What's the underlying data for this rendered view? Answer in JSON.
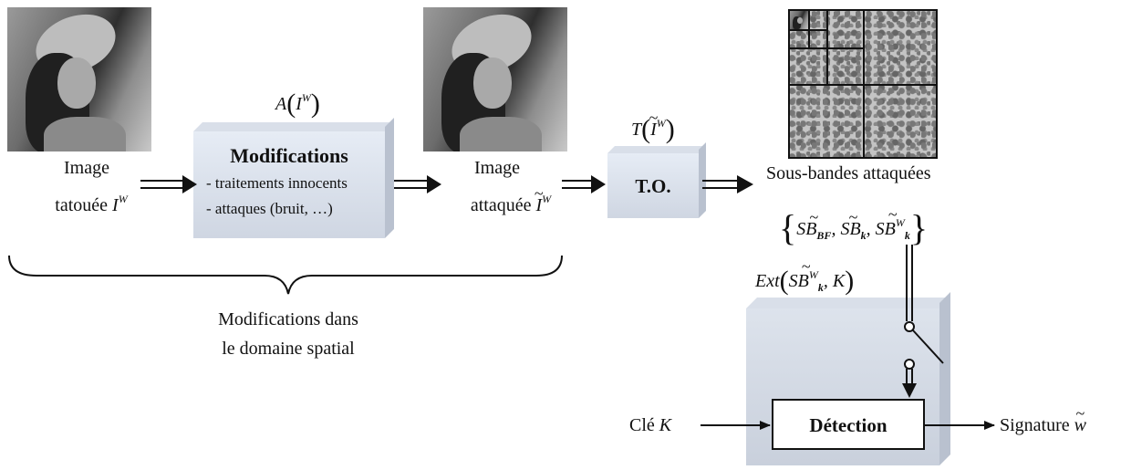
{
  "image_watermarked": {
    "line1": "Image",
    "line2_prefix": "tatouée ",
    "symbol": "I",
    "symbol_sup": "W"
  },
  "modification_box": {
    "formula_func": "A",
    "formula_sym": "I",
    "formula_sup": "W",
    "title": "Modifications",
    "line1": "- traitements innocents",
    "line2": "- attaques (bruit, …)"
  },
  "image_attacked": {
    "line1": "Image",
    "line2_prefix": "attaquée ",
    "symbol": "I",
    "symbol_sup": "W"
  },
  "transform_box": {
    "formula_func": "T",
    "formula_sym": "I",
    "formula_sup": "W",
    "label": "T.O."
  },
  "subbands": {
    "title": "Sous-bandes attaquées",
    "set_sb": "SB",
    "sub_bf": "BF",
    "sub_k": "k",
    "sup_w": "W"
  },
  "extraction": {
    "func": "Ext",
    "sb": "SB",
    "sub_k": "k",
    "sup_w": "W",
    "key": "K"
  },
  "spatial_note": {
    "line1": "Modifications dans",
    "line2": "le domaine spatial"
  },
  "key_input": {
    "prefix": "Clé ",
    "symbol": "K"
  },
  "detection_box": {
    "label": "Détection"
  },
  "signature": {
    "prefix": "Signature ",
    "symbol": "w"
  }
}
